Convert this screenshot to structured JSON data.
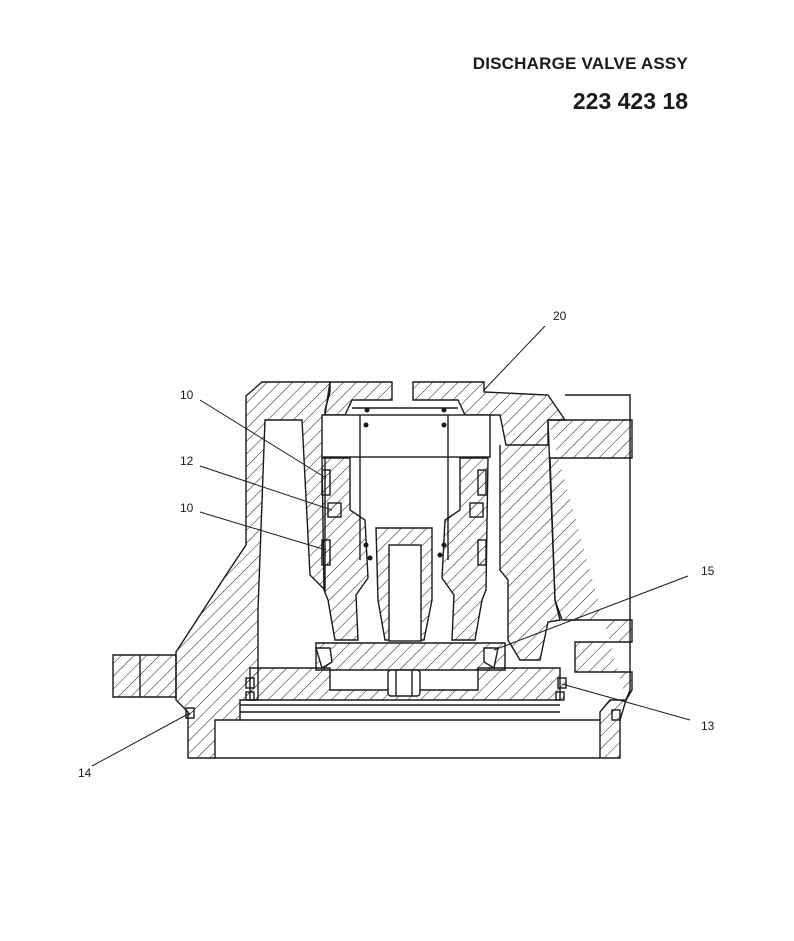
{
  "header": {
    "title": "DISCHARGE VALVE ASSY",
    "part_number": "223 423 18"
  },
  "callouts": [
    {
      "id": "c20",
      "label": "20"
    },
    {
      "id": "c10a",
      "label": "10"
    },
    {
      "id": "c12",
      "label": "12"
    },
    {
      "id": "c10b",
      "label": "10"
    },
    {
      "id": "c15",
      "label": "15"
    },
    {
      "id": "c13",
      "label": "13"
    },
    {
      "id": "c14",
      "label": "14"
    }
  ],
  "colors": {
    "line": "#1a1a1a",
    "background": "#ffffff"
  }
}
